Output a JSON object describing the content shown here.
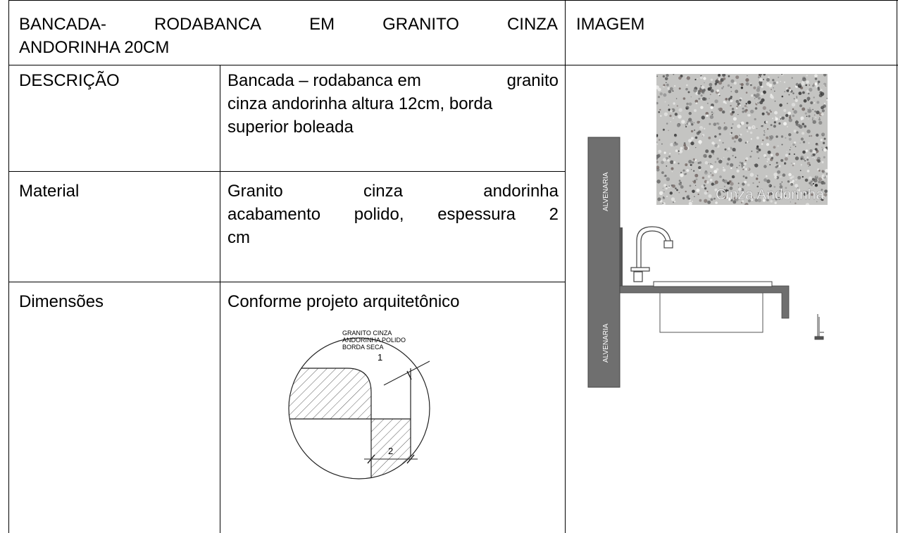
{
  "header": {
    "title_line1_words": [
      "BANCADA-",
      "RODABANCA",
      "EM",
      "GRANITO",
      "CINZA"
    ],
    "title_line2": "ANDORINHA 20CM",
    "image_column_label": "IMAGEM"
  },
  "rows": [
    {
      "label": "DESCRIÇÃO",
      "value_line1_words": [
        "Bancada – rodabanca em",
        "granito"
      ],
      "value_line2": "cinza andorinha altura 12cm, borda",
      "value_line3": "superior boleada"
    },
    {
      "label": "Material",
      "value_line1_words": [
        "Granito",
        "cinza",
        "andorinha"
      ],
      "value_line2_words": [
        "acabamento",
        "polido,",
        "espessura",
        "2"
      ],
      "value_line3": "cm"
    },
    {
      "label": "Dimensões",
      "value_line1": "Conforme projeto arquitetônico"
    }
  ],
  "detail_drawing": {
    "note_line1": "GRANITO CINZA",
    "note_line2": "ANDORINHA POLIDO",
    "note_line3": "BORDA SECA",
    "radius_label": "1",
    "thickness_label": "2"
  },
  "swatch": {
    "caption": "Cinza Andorinha",
    "color_base": "#c7c7c5"
  },
  "elevation": {
    "wall_label_upper": "ALVENARIA",
    "wall_label_lower": "ALVENARIA",
    "wall_color": "#6f6f6f"
  }
}
